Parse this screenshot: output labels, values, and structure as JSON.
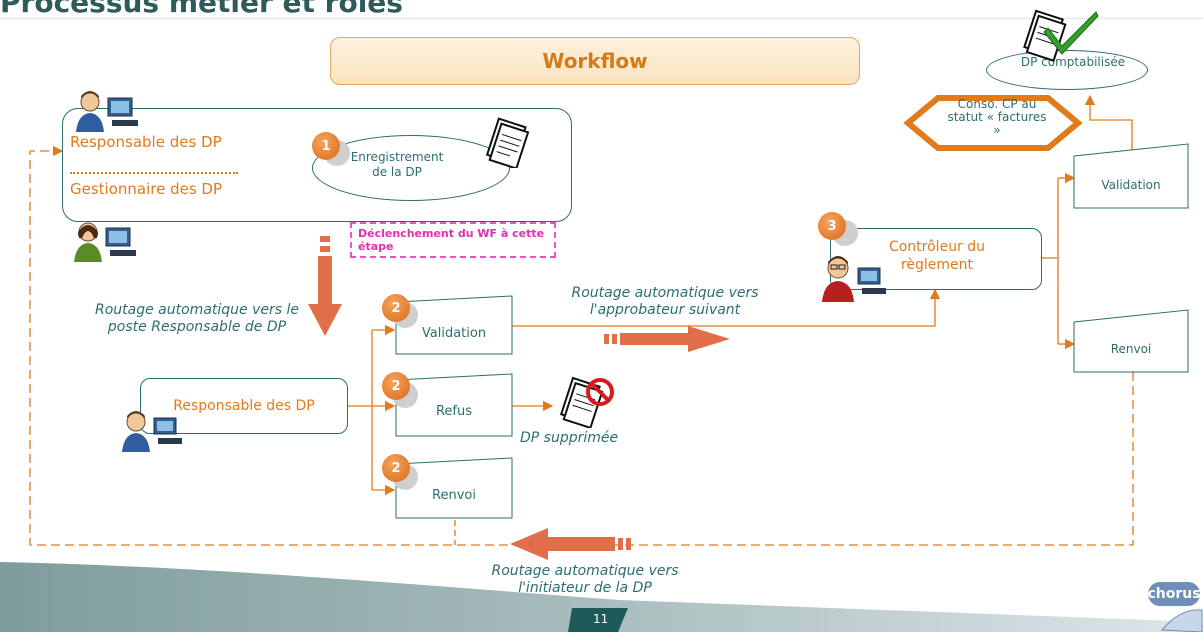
{
  "page": {
    "title": "Processus métier et rôles",
    "page_number": "11",
    "logo_text": "chorus"
  },
  "header": {
    "workflow_label": "Workflow"
  },
  "initiators": {
    "role1": "Responsable des DP",
    "role2": "Gestionnaire des DP",
    "step": {
      "number": "1",
      "label": "Enregistrement de la DP"
    }
  },
  "trigger_note": "Déclenchement du WF à cette étape",
  "routing": {
    "to_responsable": "Routage automatique vers le poste Responsable de DP",
    "to_next_approver": "Routage automatique vers l'approbateur suivant",
    "to_initiator": "Routage automatique vers l'initiateur de la DP"
  },
  "responsable": {
    "label": "Responsable des DP",
    "actions": [
      {
        "number": "2",
        "label": "Validation"
      },
      {
        "number": "2",
        "label": "Refus"
      },
      {
        "number": "2",
        "label": "Renvoi"
      }
    ],
    "deleted_label": "DP supprimée"
  },
  "controleur": {
    "number": "3",
    "label": "Contrôleur du règlement",
    "actions": [
      {
        "label": "Validation"
      },
      {
        "label": "Renvoi"
      }
    ]
  },
  "conso": {
    "label": "Conso. CP au statut « factures »"
  },
  "final": {
    "label": "DP comptabilisée"
  },
  "colors": {
    "orange": "#e07a1b",
    "teal": "#2c6e6e",
    "arrow": "#e06e48",
    "magenta": "#f050c8"
  },
  "icons": [
    "user-icon",
    "computer-icon",
    "document-icon",
    "check-icon",
    "prohibited-icon"
  ]
}
